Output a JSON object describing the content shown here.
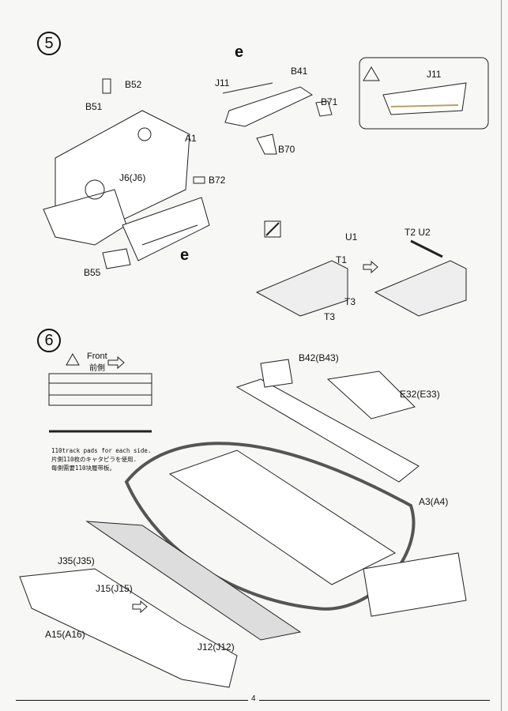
{
  "step5": {
    "number": "5",
    "labels": {
      "b52": "B52",
      "b51": "B51",
      "a1": "A1",
      "j6": "J6(J6)",
      "b72": "B72",
      "b55": "B55",
      "e1": "e",
      "e2": "e",
      "j11": "J11",
      "b41": "B41",
      "b71": "B71",
      "b70": "B70",
      "warn_j11": "J11",
      "u1": "U1",
      "t1": "T1",
      "t3a": "T3",
      "t3b": "T3",
      "t2u2": "T2  U2"
    }
  },
  "step6": {
    "number": "6",
    "front_en": "Front",
    "front_jp": "前側",
    "note_lines": [
      "110track pads for each side.",
      "片側110枚のキャタピラを使用.",
      "每側需要110块履带板。"
    ],
    "labels": {
      "b42": "B42(B43)",
      "e32": "E32(E33)",
      "a3": "A3(A4)",
      "j35": "J35(J35)",
      "j15": "J15(J15)",
      "a15": "A15(A16)",
      "j12": "J12(J12)"
    }
  },
  "footer": {
    "page_number": "4"
  }
}
